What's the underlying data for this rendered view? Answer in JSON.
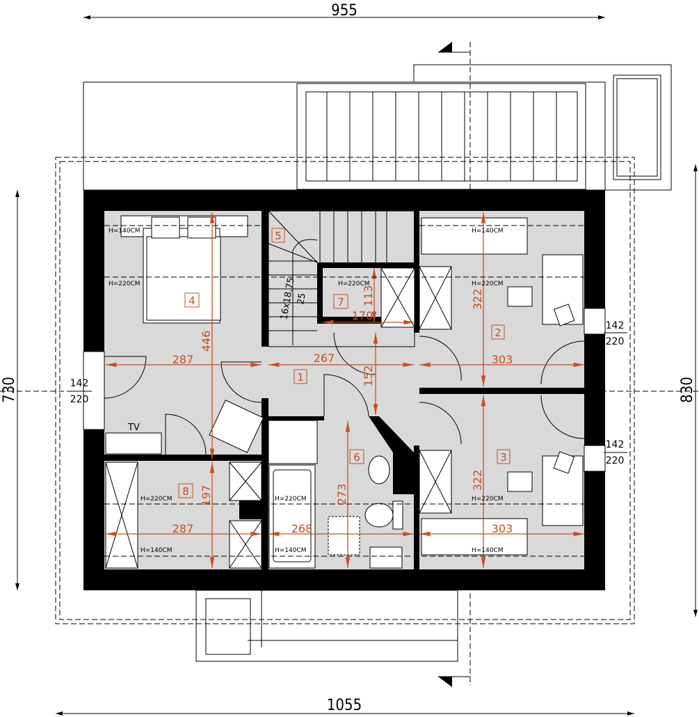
{
  "plan": {
    "overall_dims": {
      "top": "955",
      "bottom": "1055",
      "left": "730",
      "right": "830"
    },
    "windows": [
      {
        "width": "142",
        "height": "220"
      },
      {
        "width": "142",
        "height": "220"
      },
      {
        "width": "142",
        "height": "220"
      }
    ],
    "rooms": [
      {
        "number": "1",
        "dims": [
          "267",
          "152"
        ]
      },
      {
        "number": "2",
        "dims": [
          "303",
          "322"
        ]
      },
      {
        "number": "3",
        "dims": [
          "303",
          "322"
        ]
      },
      {
        "number": "4",
        "dims": [
          "287",
          "446"
        ]
      },
      {
        "number": "5",
        "stair": [
          "16x18,75",
          "25"
        ]
      },
      {
        "number": "6",
        "dims": [
          "268",
          "273"
        ]
      },
      {
        "number": "7",
        "dims": [
          "170",
          "113"
        ]
      },
      {
        "number": "8",
        "dims": [
          "287",
          "197"
        ]
      }
    ],
    "height_labels": {
      "h140": "H=140CM",
      "h220": "H=220CM"
    },
    "tv_label": "TV",
    "accent_color": "#c8501e"
  }
}
